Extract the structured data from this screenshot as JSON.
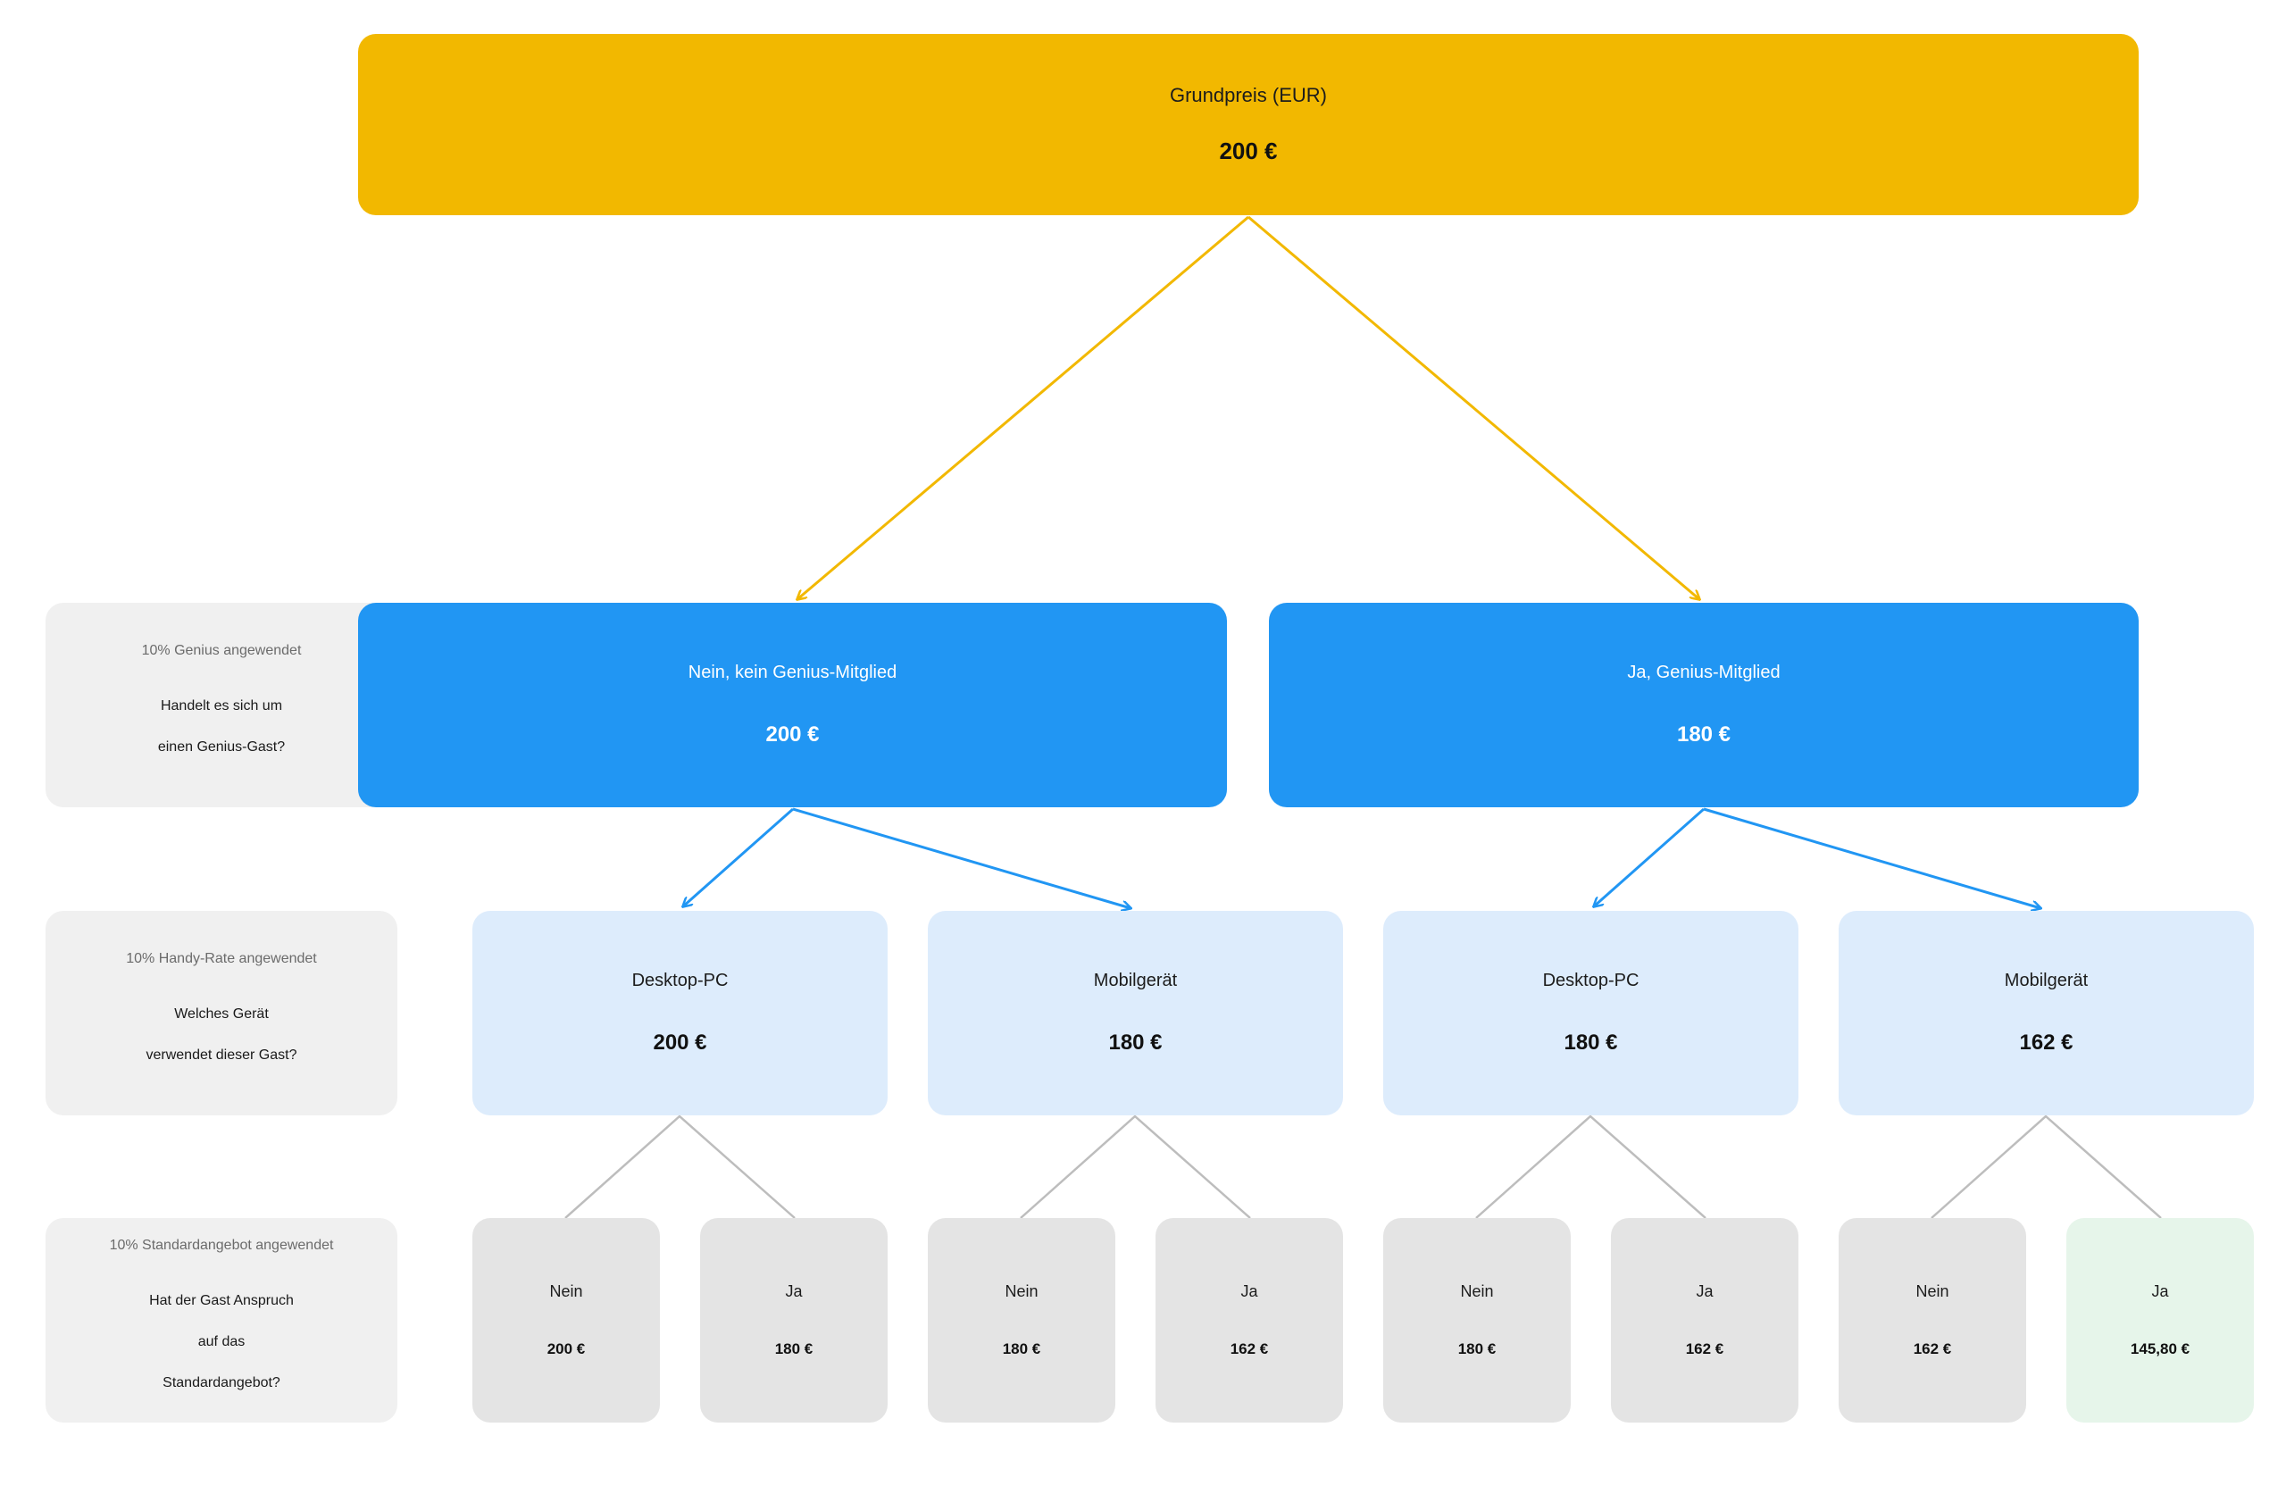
{
  "root": {
    "label": "Grundpreis (EUR)",
    "value": "200 €"
  },
  "level1": [
    {
      "label": "Nein, kein Genius-Mitglied",
      "value": "200 €"
    },
    {
      "label": "Ja, Genius-Mitglied",
      "value": "180 €"
    }
  ],
  "level2": [
    {
      "label": "Desktop-PC",
      "value": "200 €"
    },
    {
      "label": "Mobilgerät",
      "value": "180 €"
    },
    {
      "label": "Desktop-PC",
      "value": "180 €"
    },
    {
      "label": "Mobilgerät",
      "value": "162 €"
    }
  ],
  "level3": [
    {
      "label": "Nein",
      "value": "200 €"
    },
    {
      "label": "Ja",
      "value": "180 €"
    },
    {
      "label": "Nein",
      "value": "180 €"
    },
    {
      "label": "Ja",
      "value": "162 €"
    },
    {
      "label": "Nein",
      "value": "180 €"
    },
    {
      "label": "Ja",
      "value": "162 €"
    },
    {
      "label": "Nein",
      "value": "162 €"
    },
    {
      "label": "Ja",
      "value": "145,80 €"
    }
  ],
  "side_notes": [
    {
      "hint": "10% Genius angewendet",
      "lines": [
        "Handelt es sich um",
        "einen Genius-Gast?"
      ]
    },
    {
      "hint": "10% Handy-Rate angewendet",
      "lines": [
        "Welches Gerät",
        "verwendet dieser Gast?"
      ]
    },
    {
      "hint": "10% Standardangebot angewendet",
      "lines": [
        "Hat der Gast Anspruch",
        "auf das",
        "Standardangebot?"
      ]
    }
  ],
  "colors": {
    "root": "#f2b800",
    "level1": "#2196f3",
    "level2": "#ddecfc",
    "level3": "#e4e4e4",
    "highlight": "#e6f5ea",
    "side_panel": "#f0f0f0"
  }
}
